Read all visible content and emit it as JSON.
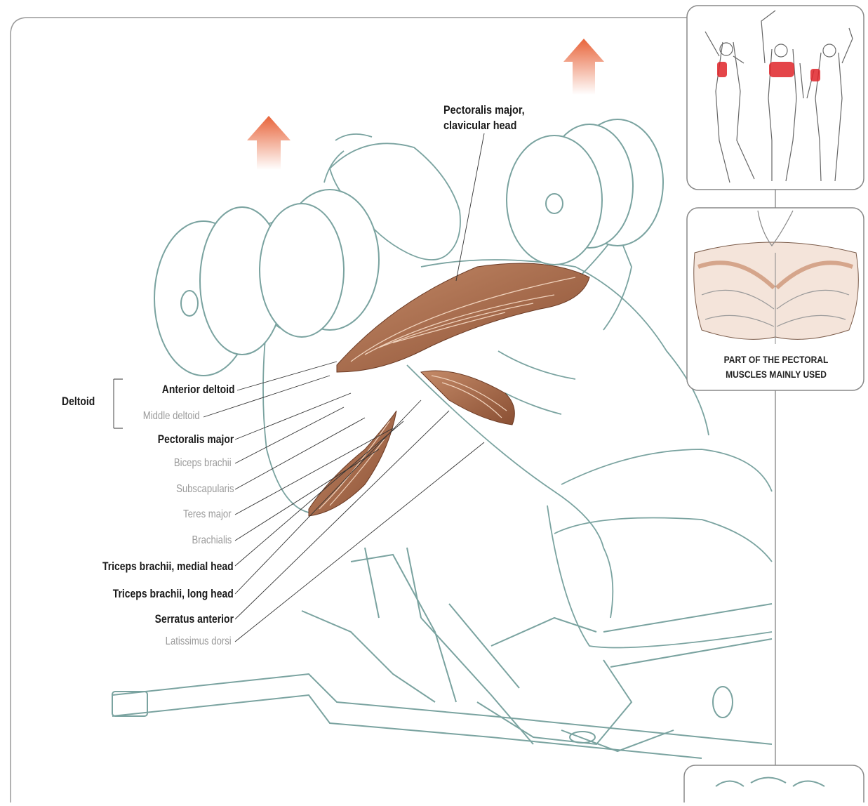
{
  "diagram": {
    "callouts_left": [
      {
        "id": "anterior-deltoid",
        "label": "Anterior deltoid",
        "style": "bold"
      },
      {
        "id": "middle-deltoid",
        "label": "Middle deltoid",
        "style": "light"
      },
      {
        "id": "pectoralis-major",
        "label": "Pectoralis major",
        "style": "bold"
      },
      {
        "id": "biceps-brachii",
        "label": "Biceps brachii",
        "style": "light"
      },
      {
        "id": "subscapularis",
        "label": "Subscapularis",
        "style": "light"
      },
      {
        "id": "teres-major",
        "label": "Teres major",
        "style": "light"
      },
      {
        "id": "brachialis",
        "label": "Brachialis",
        "style": "light"
      },
      {
        "id": "triceps-medial",
        "label": "Triceps brachii, medial head",
        "style": "bold"
      },
      {
        "id": "triceps-long",
        "label": "Triceps brachii, long head",
        "style": "bold"
      },
      {
        "id": "serratus-anterior",
        "label": "Serratus anterior",
        "style": "bold"
      },
      {
        "id": "latissimus-dorsi",
        "label": "Latissimus dorsi",
        "style": "light"
      }
    ],
    "group_label": "Deltoid",
    "top_callout": {
      "line1": "Pectoralis major,",
      "line2": "clavicular head"
    },
    "inset_caption": {
      "line1": "PART OF THE PECTORAL",
      "line2": "MUSCLES MAINLY USED"
    },
    "colors": {
      "muscle": "#b07a5a",
      "muscle_dark": "#8a4f33",
      "arrow": "#e8643a",
      "sketch": "#7aa3a0",
      "highlight": "#e0252a"
    }
  }
}
